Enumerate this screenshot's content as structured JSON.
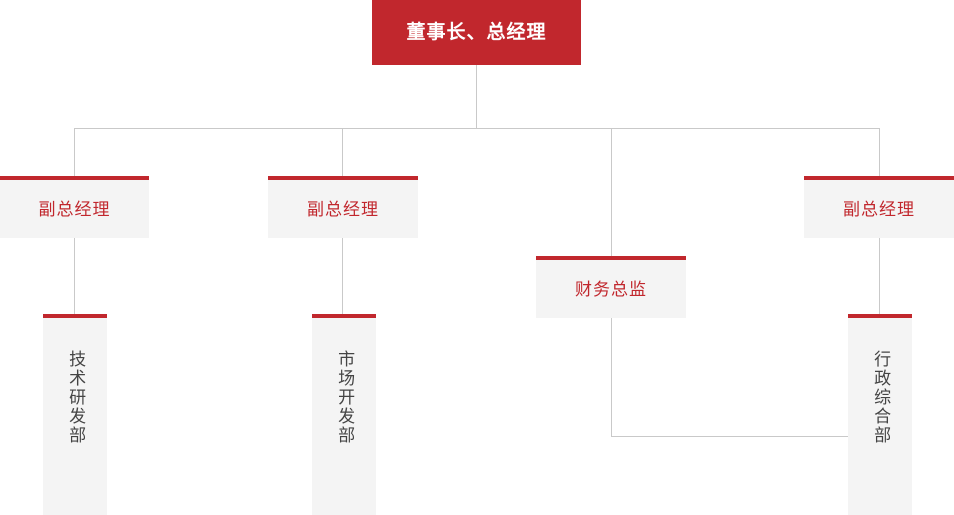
{
  "chart": {
    "type": "org-chart",
    "title": "",
    "accent_color": "#c1272d",
    "box_fill_color": "#f4f4f4",
    "line_color": "#c9c9c9",
    "root": {
      "label": "董事长、总经理",
      "level": 1,
      "text_color": "#ffffff",
      "fill": "#c1272d"
    },
    "level2": [
      {
        "label": "副总经理",
        "text_color": "#c1272d"
      },
      {
        "label": "副总经理",
        "text_color": "#c1272d"
      },
      {
        "label": "财务总监",
        "text_color": "#c1272d"
      },
      {
        "label": "副总经理",
        "text_color": "#c1272d"
      }
    ],
    "level3": [
      {
        "label": "技术研发部",
        "text_color": "#444444",
        "parent": "副总经理"
      },
      {
        "label": "市场开发部",
        "text_color": "#444444",
        "parent": "副总经理"
      },
      {
        "label": "行政综合部",
        "text_color": "#444444",
        "parent": "财务总监"
      }
    ]
  }
}
